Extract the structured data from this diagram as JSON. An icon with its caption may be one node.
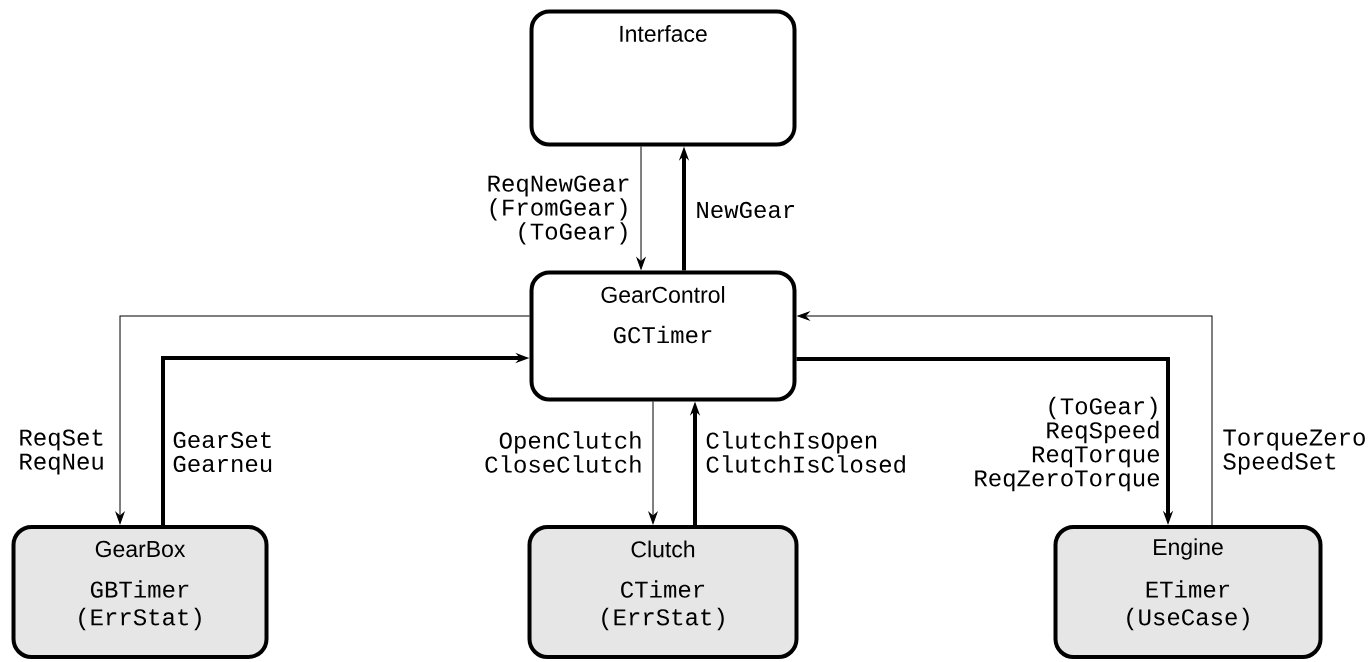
{
  "diagram": {
    "nodes": [
      {
        "text": [
          "Interface"
        ]
      },
      {
        "text": [
          "GearControl",
          "GCTimer"
        ]
      },
      {
        "text": [
          "GearBox",
          "GBTimer",
          "(ErrStat)"
        ]
      },
      {
        "text": [
          "Clutch",
          "CTimer",
          "(ErrStat)"
        ]
      },
      {
        "text": [
          "Engine",
          "ETimer",
          "(UseCase)"
        ]
      }
    ],
    "edges": [
      {
        "from": 0,
        "to": 1,
        "arrow": "to",
        "label": "ReqNewGear (FromGear) (ToGear)"
      },
      {
        "from": 1,
        "to": 0,
        "arrow": "to",
        "label": "NewGear",
        "style": "thick"
      },
      {
        "from": 1,
        "to": 2,
        "arrow": "to",
        "label": "ReqSet ReqNeu"
      },
      {
        "from": 2,
        "to": 1,
        "arrow": "to",
        "label": "GearSet Gearneu",
        "style": "thick"
      },
      {
        "from": 1,
        "to": 3,
        "arrow": "to",
        "label": "OpenClutch CloseClutch"
      },
      {
        "from": 3,
        "to": 1,
        "arrow": "to",
        "label": "ClutchIsOpen ClutchIsClosed",
        "style": "thick"
      },
      {
        "from": 1,
        "to": 4,
        "arrow": "to",
        "label": "(ToGear) ReqSpeed ReqTorque ReqZeroTorque",
        "style": "thick"
      },
      {
        "from": 4,
        "to": 1,
        "arrow": "to",
        "label": "TorqueZero SpeedSet"
      }
    ]
  }
}
